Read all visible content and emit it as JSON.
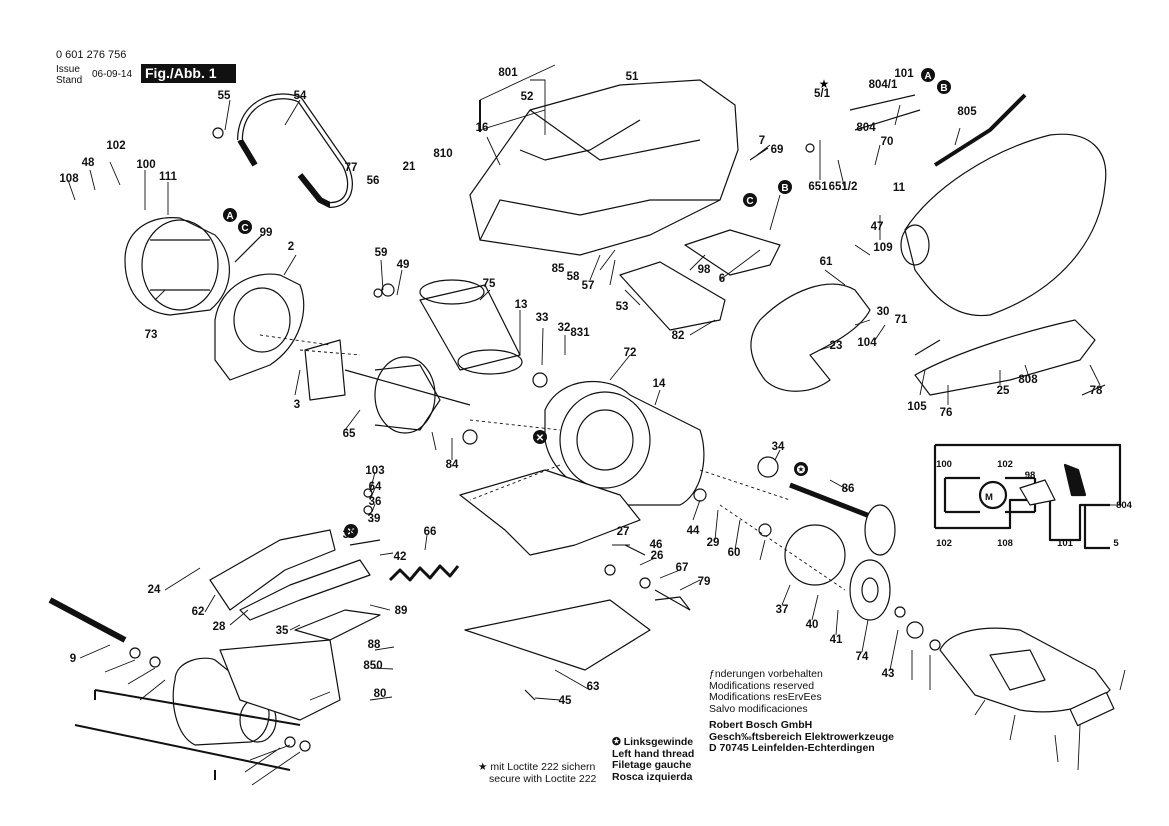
{
  "header": {
    "doc_number": "0 601 276 756",
    "issue_label": "Issue",
    "stand_label": "Stand",
    "date": "06-09-14",
    "fig_label": "Fig./Abb. 1"
  },
  "part_labels": [
    "801",
    "51",
    "52",
    "16",
    "7",
    "69",
    "55",
    "54",
    "810",
    "21",
    "77",
    "56",
    "102",
    "48",
    "100",
    "108",
    "111",
    "99",
    "2",
    "73",
    "59",
    "49",
    "75",
    "13",
    "33",
    "32",
    "831",
    "72",
    "14",
    "3",
    "65",
    "84",
    "85",
    "58",
    "57",
    "53",
    "82",
    "98",
    "6",
    "805",
    "101",
    "804/1",
    "5/1",
    "804",
    "70",
    "651",
    "651/2",
    "11",
    "47",
    "109",
    "61",
    "30",
    "71",
    "104",
    "23",
    "105",
    "76",
    "25",
    "808",
    "78",
    "34",
    "86",
    "44",
    "29",
    "60",
    "27",
    "46",
    "26",
    "67",
    "79",
    "63",
    "45",
    "37",
    "40",
    "41",
    "74",
    "43",
    "103",
    "64",
    "36",
    "39",
    "38",
    "42",
    "66",
    "89",
    "88",
    "850",
    "80",
    "24",
    "62",
    "28",
    "35",
    "9"
  ],
  "marker_letters": {
    "a": "A",
    "b": "B",
    "c": "C"
  },
  "wiring": {
    "motor_label": "M",
    "labels": [
      "100",
      "102",
      "98",
      "804",
      "102",
      "108",
      "101",
      "5"
    ]
  },
  "thread_legend": {
    "de": "Linksgewinde",
    "en": "Left hand thread",
    "fr": "Filetage gauche",
    "es": "Rosca izquierda"
  },
  "loctite_legend": {
    "star": "★",
    "de": "mit Loctite 222 sichern",
    "en": "secure with Loctite 222"
  },
  "notes": {
    "de_changes": "ƒnderungen vorbehalten",
    "en_changes": "Modifications reserved",
    "fr_changes": "Modifications resErvEes",
    "es_changes": "Salvo modificaciones",
    "company": "Robert Bosch GmbH",
    "division": "Gesch‰ftsbereich Elektrowerkzeuge",
    "address": "D 70745 Leinfelden-Echterdingen"
  },
  "colors": {
    "ink": "#111111",
    "paper": "#ffffff",
    "shade": "#d9d9d9"
  }
}
